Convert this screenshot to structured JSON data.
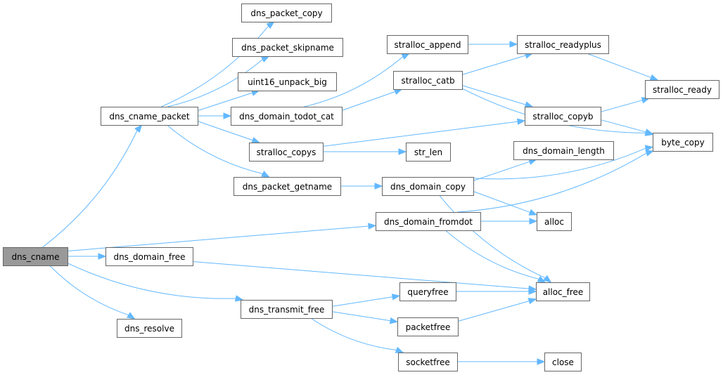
{
  "diagram": {
    "type": "call-graph",
    "root": "dns_cname",
    "colors": {
      "edge": "#63b8ff",
      "node_border": "#666666",
      "root_fill": "#999999",
      "node_fill": "#ffffff"
    },
    "nodes": {
      "dns_cname": "dns_cname",
      "dns_cname_packet": "dns_cname_packet",
      "dns_packet_copy": "dns_packet_copy",
      "dns_packet_skipname": "dns_packet_skipname",
      "uint16_unpack_big": "uint16_unpack_big",
      "dns_domain_todot_cat": "dns_domain_todot_cat",
      "stralloc_copys": "stralloc_copys",
      "dns_packet_getname": "dns_packet_getname",
      "str_len": "str_len",
      "dns_domain_copy": "dns_domain_copy",
      "dns_domain_fromdot": "dns_domain_fromdot",
      "stralloc_append": "stralloc_append",
      "stralloc_catb": "stralloc_catb",
      "stralloc_readyplus": "stralloc_readyplus",
      "stralloc_ready": "stralloc_ready",
      "stralloc_copyb": "stralloc_copyb",
      "byte_copy": "byte_copy",
      "dns_domain_length": "dns_domain_length",
      "alloc": "alloc",
      "alloc_free": "alloc_free",
      "dns_domain_free": "dns_domain_free",
      "dns_transmit_free": "dns_transmit_free",
      "queryfree": "queryfree",
      "packetfree": "packetfree",
      "socketfree": "socketfree",
      "close": "close",
      "dns_resolve": "dns_resolve"
    },
    "edges": [
      [
        "dns_cname",
        "dns_cname_packet"
      ],
      [
        "dns_cname",
        "dns_domain_fromdot"
      ],
      [
        "dns_cname",
        "dns_domain_free"
      ],
      [
        "dns_cname",
        "dns_transmit_free"
      ],
      [
        "dns_cname",
        "dns_resolve"
      ],
      [
        "dns_cname_packet",
        "dns_packet_copy"
      ],
      [
        "dns_cname_packet",
        "dns_packet_skipname"
      ],
      [
        "dns_cname_packet",
        "uint16_unpack_big"
      ],
      [
        "dns_cname_packet",
        "dns_domain_todot_cat"
      ],
      [
        "dns_cname_packet",
        "stralloc_copys"
      ],
      [
        "dns_cname_packet",
        "dns_packet_getname"
      ],
      [
        "dns_domain_todot_cat",
        "stralloc_append"
      ],
      [
        "dns_domain_todot_cat",
        "stralloc_catb"
      ],
      [
        "stralloc_append",
        "stralloc_readyplus"
      ],
      [
        "stralloc_catb",
        "stralloc_readyplus"
      ],
      [
        "stralloc_catb",
        "stralloc_copyb"
      ],
      [
        "stralloc_catb",
        "byte_copy"
      ],
      [
        "stralloc_readyplus",
        "stralloc_ready"
      ],
      [
        "stralloc_copyb",
        "stralloc_ready"
      ],
      [
        "stralloc_copyb",
        "byte_copy"
      ],
      [
        "stralloc_copys",
        "stralloc_copyb"
      ],
      [
        "stralloc_copys",
        "str_len"
      ],
      [
        "dns_packet_getname",
        "dns_domain_copy"
      ],
      [
        "dns_domain_copy",
        "dns_domain_length"
      ],
      [
        "dns_domain_copy",
        "byte_copy"
      ],
      [
        "dns_domain_copy",
        "alloc"
      ],
      [
        "dns_domain_copy",
        "alloc_free"
      ],
      [
        "dns_domain_fromdot",
        "alloc"
      ],
      [
        "dns_domain_fromdot",
        "byte_copy"
      ],
      [
        "dns_domain_fromdot",
        "alloc_free"
      ],
      [
        "dns_domain_free",
        "alloc_free"
      ],
      [
        "dns_transmit_free",
        "queryfree"
      ],
      [
        "dns_transmit_free",
        "packetfree"
      ],
      [
        "dns_transmit_free",
        "socketfree"
      ],
      [
        "queryfree",
        "alloc_free"
      ],
      [
        "packetfree",
        "alloc_free"
      ],
      [
        "socketfree",
        "close"
      ]
    ]
  }
}
